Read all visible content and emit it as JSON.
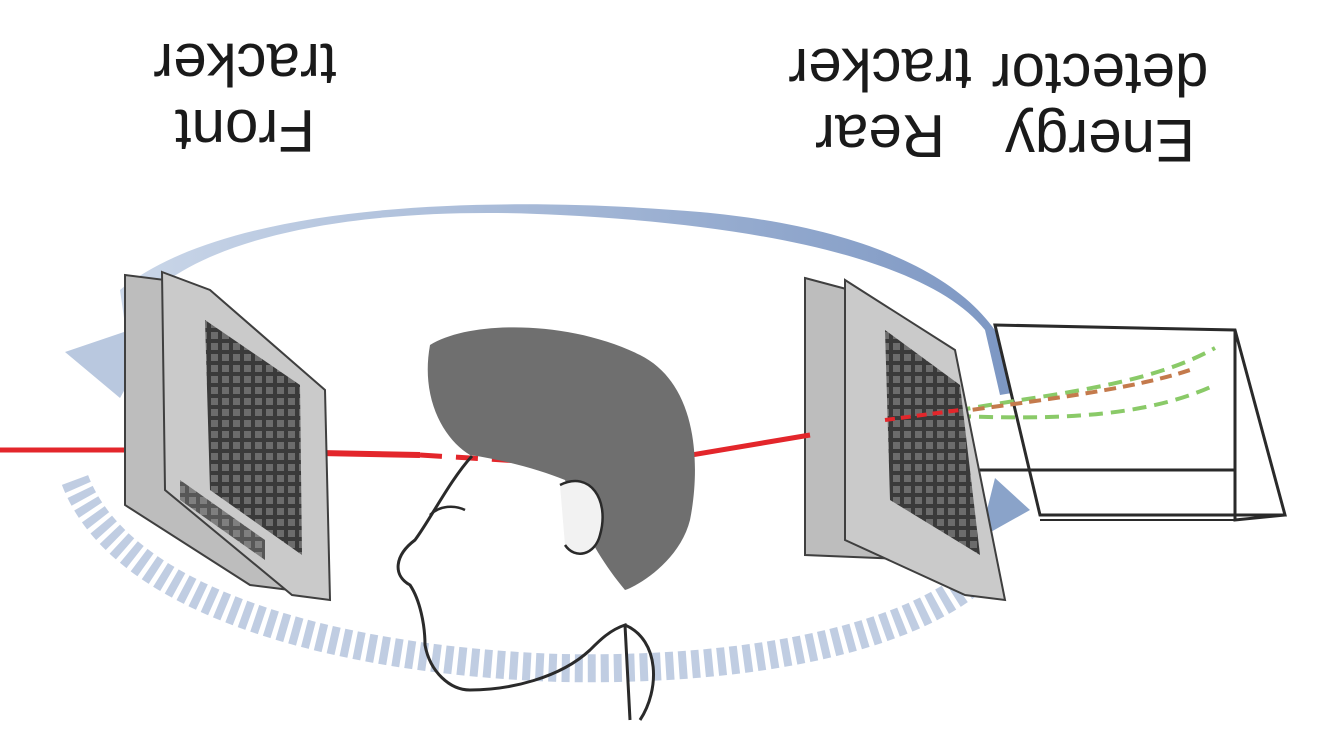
{
  "labels": {
    "front_tracker": [
      "Front",
      "tracker"
    ],
    "rear_tracker": [
      "Rear",
      "tracker"
    ],
    "energy_detector": [
      "Energy",
      "detector"
    ]
  },
  "colors": {
    "beam": "#e3262b",
    "track_scatter": "#8aca68",
    "track_main": "#d8784a",
    "arrow_top": "#7d97c2",
    "arrow_bottom": "#b9c8df",
    "plate": "#c3c3c3",
    "plate_edge": "#3f3f3f",
    "hair": "#6f6f6f",
    "outline": "#2a2a2a"
  }
}
